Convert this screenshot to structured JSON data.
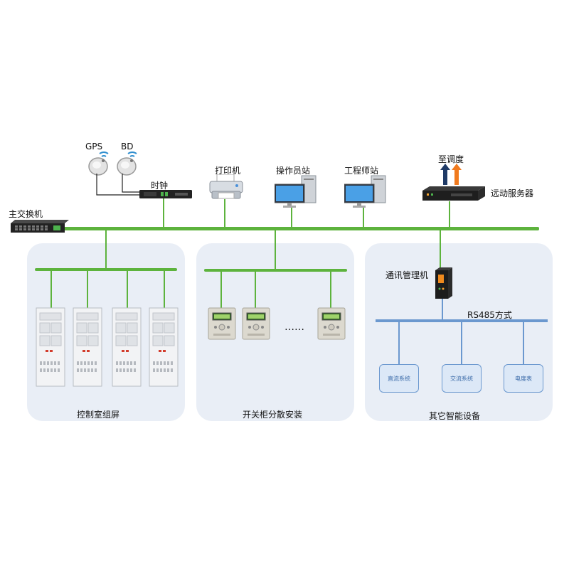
{
  "top": {
    "gps_label": "GPS",
    "bd_label": "BD",
    "clock_label": "时钟",
    "printer_label": "打印机",
    "operator_label": "操作员站",
    "engineer_label": "工程师站",
    "dispatch_label": "至调度",
    "remote_server_label": "远动服务器",
    "main_switch_label": "主交换机"
  },
  "sections": {
    "control_room": {
      "title": "控制室组屏"
    },
    "switchgear": {
      "title": "开关柜分散安装",
      "ellipsis": "……"
    },
    "other_devices": {
      "title": "其它智能设备",
      "comm_manager_label": "通讯管理机",
      "rs485_label": "RS485方式",
      "devices": [
        "直流系统",
        "交流系统",
        "电度表"
      ]
    }
  },
  "colors": {
    "bus_green": "#5db33d",
    "bus_blue": "#6b98cf",
    "panel_bg": "#e9eef6",
    "arrow_navy": "#1f3a66",
    "arrow_orange": "#f07a1e"
  }
}
